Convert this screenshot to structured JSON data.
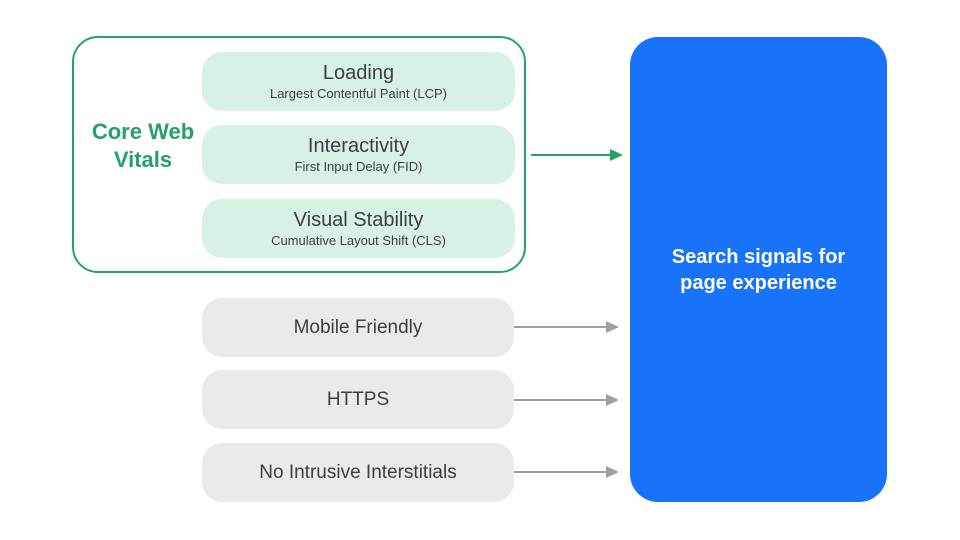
{
  "diagram": {
    "core_web_vitals": {
      "label": "Core Web Vitals",
      "items": [
        {
          "title": "Loading",
          "subtitle": "Largest Contentful Paint (LCP)"
        },
        {
          "title": "Interactivity",
          "subtitle": "First Input Delay (FID)"
        },
        {
          "title": "Visual Stability",
          "subtitle": "Cumulative Layout Shift (CLS)"
        }
      ]
    },
    "other_signals": [
      {
        "label": "Mobile Friendly"
      },
      {
        "label": "HTTPS"
      },
      {
        "label": "No Intrusive Interstitials"
      }
    ],
    "result": {
      "label": "Search signals for page experience"
    },
    "colors": {
      "green": "#26a269",
      "mint": "#d7f2e4",
      "gray_box": "#e9eaeb",
      "gray_arrow": "#9aa0a6",
      "blue": "#1873fa",
      "dark_text": "#3c4043",
      "white_text": "#ffffff"
    }
  }
}
